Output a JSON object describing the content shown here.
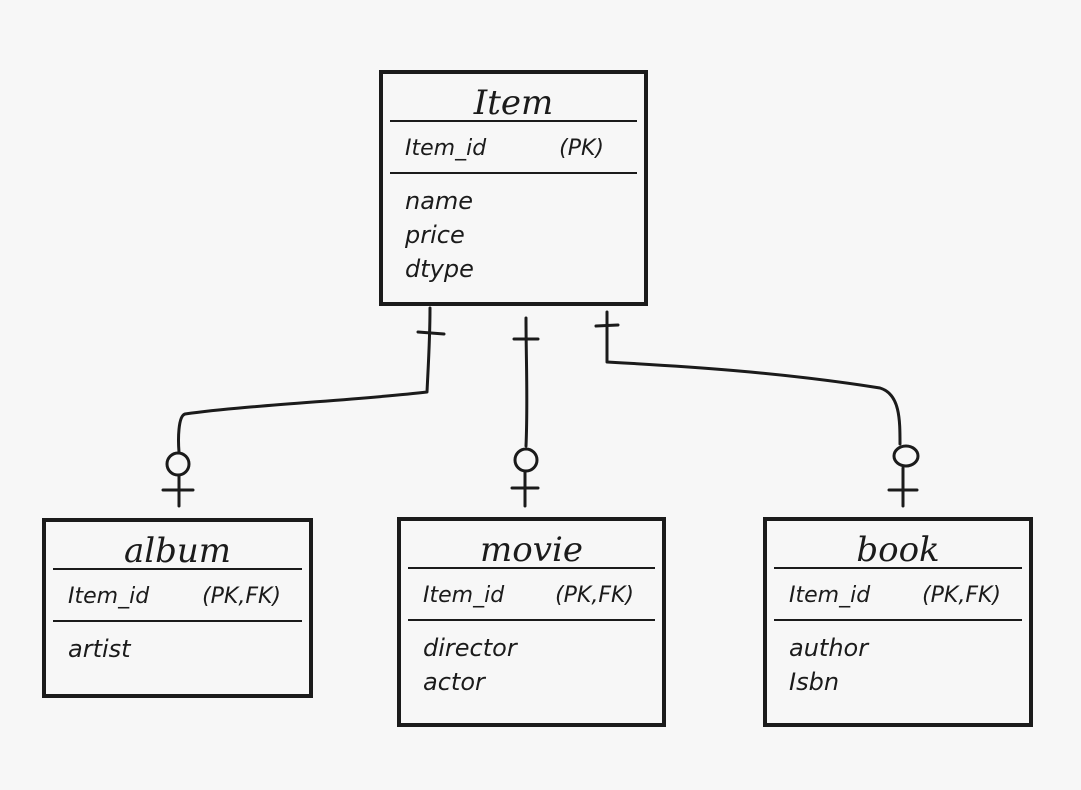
{
  "entities": {
    "item": {
      "title": "Item",
      "pk_field": "Item_id",
      "pk_tag": "(PK)",
      "attributes": [
        "name",
        "price",
        "dtype"
      ]
    },
    "album": {
      "title": "album",
      "pk_field": "Item_id",
      "pk_tag": "(PK,FK)",
      "attributes": [
        "artist"
      ]
    },
    "movie": {
      "title": "movie",
      "pk_field": "Item_id",
      "pk_tag": "(PK,FK)",
      "attributes": [
        "director",
        "actor"
      ]
    },
    "book": {
      "title": "book",
      "pk_field": "Item_id",
      "pk_tag": "(PK,FK)",
      "attributes": [
        "author",
        "Isbn"
      ]
    }
  },
  "relationships": [
    {
      "from": "item",
      "to": "album",
      "from_cardinality": "one",
      "to_cardinality": "zero-or-one"
    },
    {
      "from": "item",
      "to": "movie",
      "from_cardinality": "one",
      "to_cardinality": "zero-or-one"
    },
    {
      "from": "item",
      "to": "book",
      "from_cardinality": "one",
      "to_cardinality": "zero-or-one"
    }
  ],
  "colors": {
    "ink": "#1b1b1b",
    "background": "#f7f7f7"
  }
}
